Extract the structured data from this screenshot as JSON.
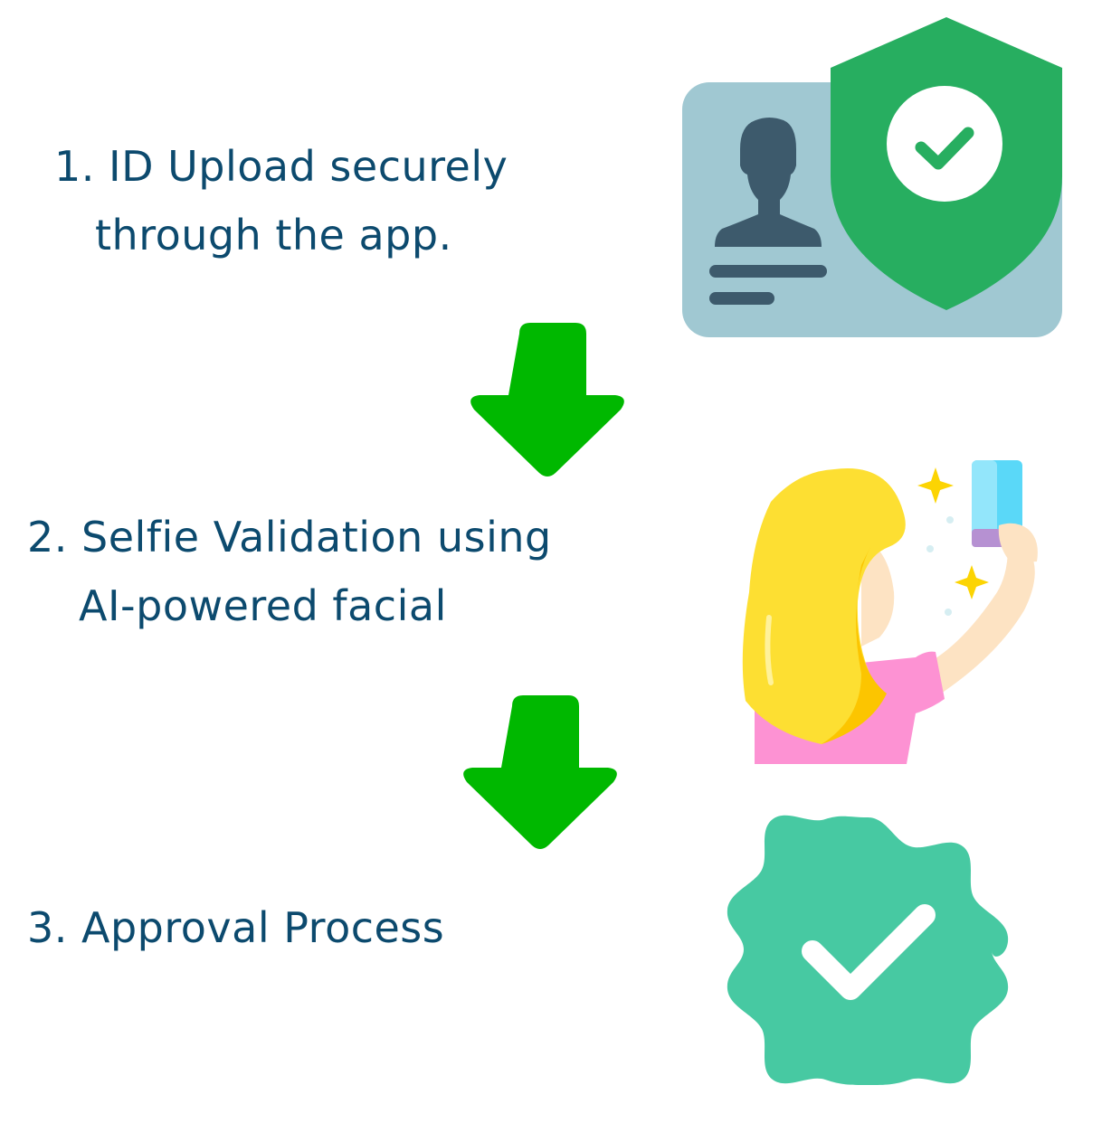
{
  "steps": [
    {
      "line1": "1. ID Upload securely",
      "line2": "through the app.",
      "icon": "id-card-shield-check-icon"
    },
    {
      "line1": "2. Selfie Validation  using",
      "line2": "AI-powered facial",
      "icon": "selfie-icon"
    },
    {
      "line1": "3. Approval Process",
      "icon": "verified-badge-icon"
    }
  ],
  "connectors": {
    "icon": "arrow-down-icon"
  },
  "colors": {
    "text": "#0c4a6e",
    "arrow": "#00b800",
    "shield": "#27ae60",
    "card": "#a0c8d2",
    "silhouette": "#3d5a6c",
    "badge": "#47c9a2",
    "hair": "#fcd403",
    "shirt": "#fd92d3",
    "skin": "#fde3c3",
    "phone": "#5ad8f8"
  }
}
